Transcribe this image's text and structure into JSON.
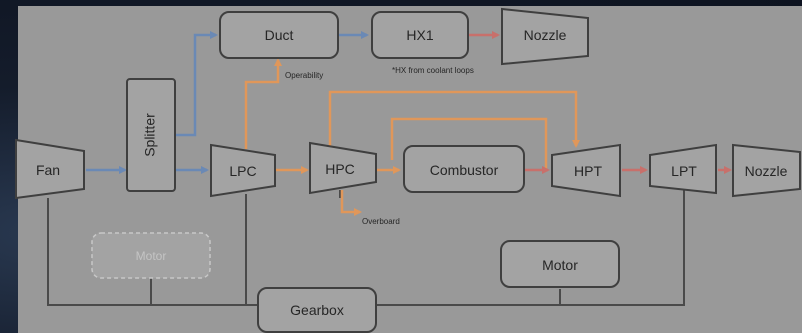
{
  "diagram": {
    "components": {
      "duct": "Duct",
      "hx1": "HX1",
      "nozzle_top": "Nozzle",
      "splitter": "Splitter",
      "fan": "Fan",
      "lpc": "LPC",
      "hpc": "HPC",
      "combustor": "Combustor",
      "hpt": "HPT",
      "lpt": "LPT",
      "nozzle_main": "Nozzle",
      "motor_ghost": "Motor",
      "motor": "Motor",
      "gearbox": "Gearbox"
    },
    "annotations": {
      "operability": "Operability",
      "hx_note": "*HX from coolant loops",
      "overboard": "Overboard"
    },
    "colors": {
      "panel": "#999999",
      "box_fill": "#a3a3a3",
      "box_stroke": "#3f3f3f",
      "bypass_flow": "#6a89b5",
      "bleed_flow": "#e0975a",
      "hot_flow": "#c8706b",
      "shaft": "#4a4a4a"
    }
  }
}
